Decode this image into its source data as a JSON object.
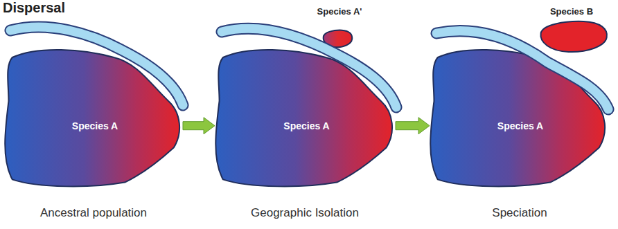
{
  "diagram": {
    "title": "Dispersal",
    "nodes": [
      {
        "text": [
          "Species A"
        ]
      },
      {
        "text": [
          "Species A'"
        ]
      },
      {
        "text": [
          "Species A"
        ]
      },
      {
        "text": [
          "Species B"
        ]
      },
      {
        "text": [
          "Species A"
        ]
      }
    ],
    "edges": [
      {
        "from": 0,
        "to": 2,
        "arrow": "to"
      },
      {
        "from": 2,
        "to": 4,
        "arrow": "to"
      }
    ],
    "labels": [
      "Ancestral population",
      "Geographic Isolation",
      "Speciation"
    ]
  }
}
